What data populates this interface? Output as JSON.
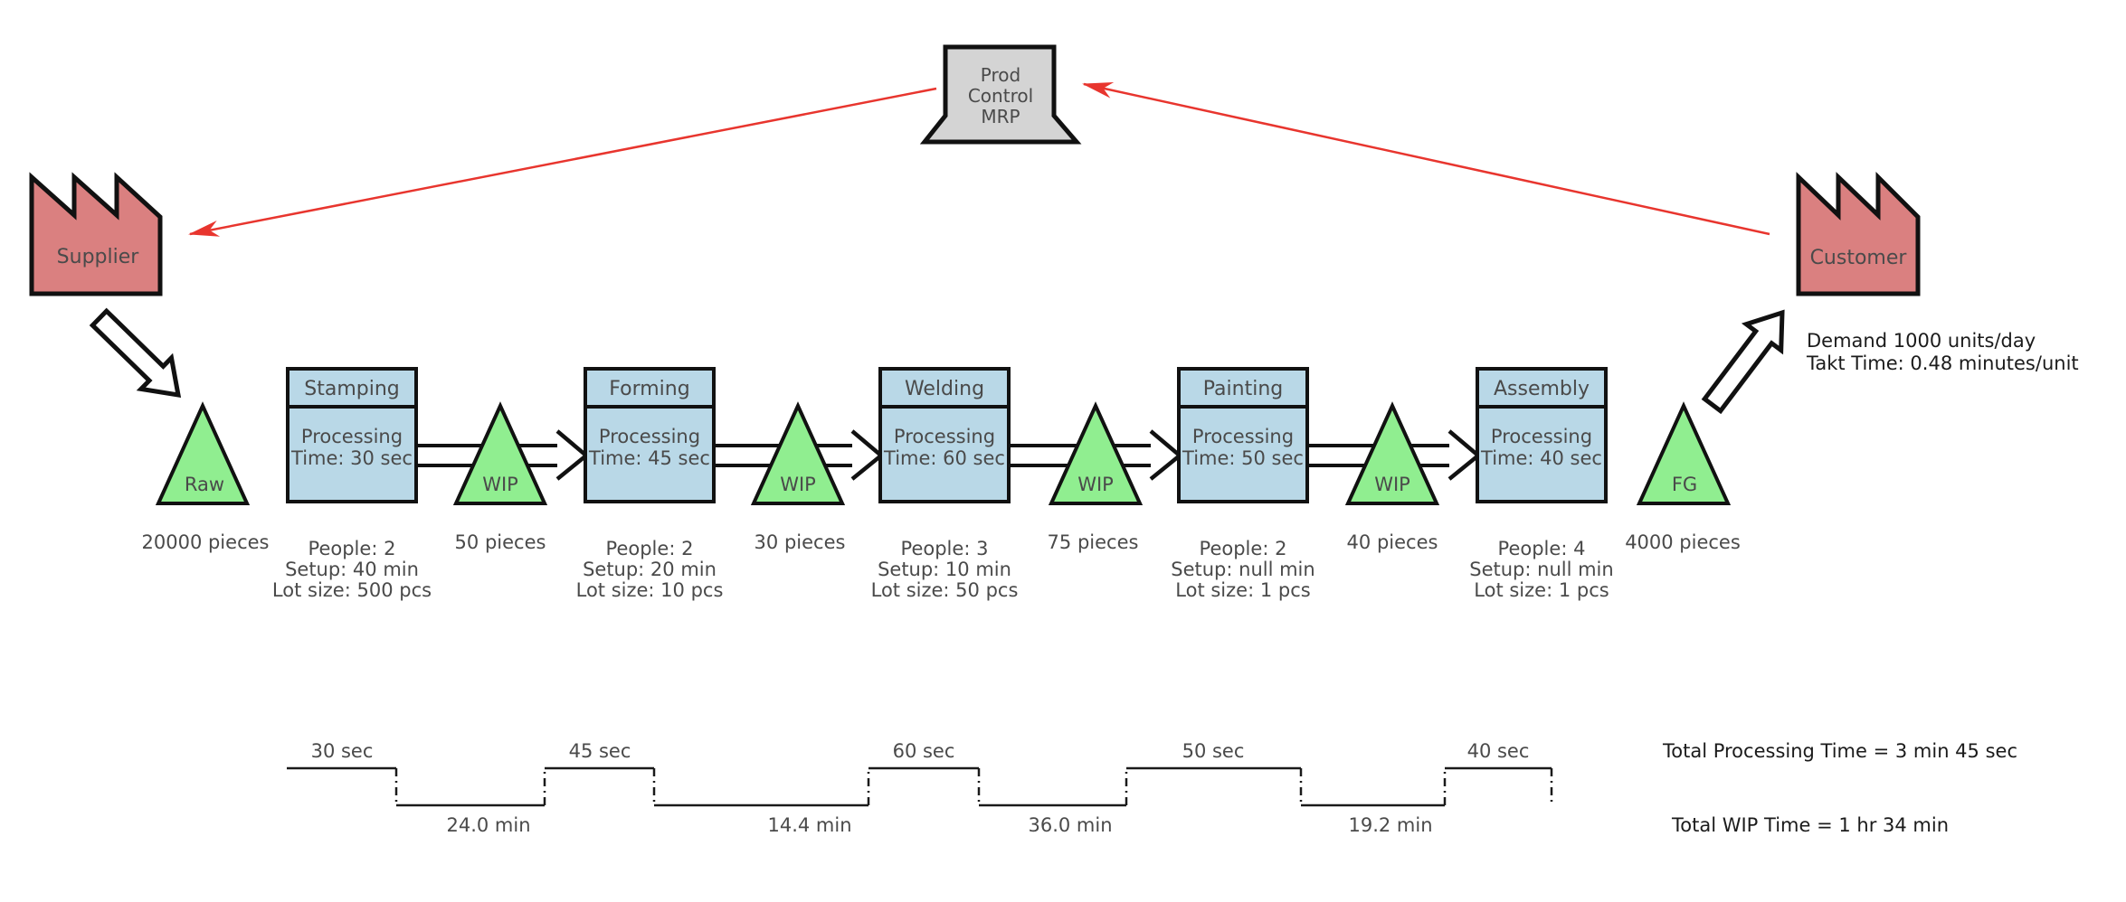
{
  "production_control": {
    "line1": "Prod",
    "line2": "Control",
    "line3": "MRP"
  },
  "supplier_label": "Supplier",
  "customer_label": "Customer",
  "demand": {
    "line1": "Demand 1000 units/day",
    "line2": "Takt Time: 0.48 minutes/unit"
  },
  "processes": [
    {
      "name": "Stamping",
      "line1": "Processing",
      "line2": "Time: 30 sec",
      "people": "People: 2",
      "setup": "Setup: 40 min",
      "lot": "Lot size: 500 pcs"
    },
    {
      "name": "Forming",
      "line1": "Processing",
      "line2": "Time: 45 sec",
      "people": "People: 2",
      "setup": "Setup: 20 min",
      "lot": "Lot size: 10 pcs"
    },
    {
      "name": "Welding",
      "line1": "Processing",
      "line2": "Time: 60 sec",
      "people": "People: 3",
      "setup": "Setup: 10 min",
      "lot": "Lot size: 50 pcs"
    },
    {
      "name": "Painting",
      "line1": "Processing",
      "line2": "Time: 50 sec",
      "people": "People: 2",
      "setup": "Setup: null min",
      "lot": "Lot size: 1 pcs"
    },
    {
      "name": "Assembly",
      "line1": "Processing",
      "line2": "Time: 40 sec",
      "people": "People: 4",
      "setup": "Setup: null min",
      "lot": "Lot size: 1 pcs"
    }
  ],
  "inventories": [
    {
      "label": "Raw",
      "pieces": "20000 pieces"
    },
    {
      "label": "WIP",
      "pieces": "50 pieces"
    },
    {
      "label": "WIP",
      "pieces": "30 pieces"
    },
    {
      "label": "WIP",
      "pieces": "75 pieces"
    },
    {
      "label": "WIP",
      "pieces": "40 pieces"
    },
    {
      "label": "FG",
      "pieces": "4000 pieces"
    }
  ],
  "timeline": {
    "process_times": [
      "30 sec",
      "45 sec",
      "60 sec",
      "50 sec",
      "40 sec"
    ],
    "wip_times": [
      "24.0 min",
      "14.4 min",
      "36.0 min",
      "19.2 min"
    ],
    "total_processing_time": "Total Processing Time = 3 min 45 sec",
    "total_wip_time": "Total WIP Time = 1 hr 34 min"
  },
  "colors": {
    "factory_fill": "#da8080",
    "process_fill": "#b9d8e7",
    "inventory_fill": "#90ee90",
    "control_fill": "#d4d4d4",
    "info_arrow_red": "#e8352e",
    "outline": "#111111",
    "text_gray": "#4a4a4a",
    "text_dark": "#1b1b1b"
  }
}
